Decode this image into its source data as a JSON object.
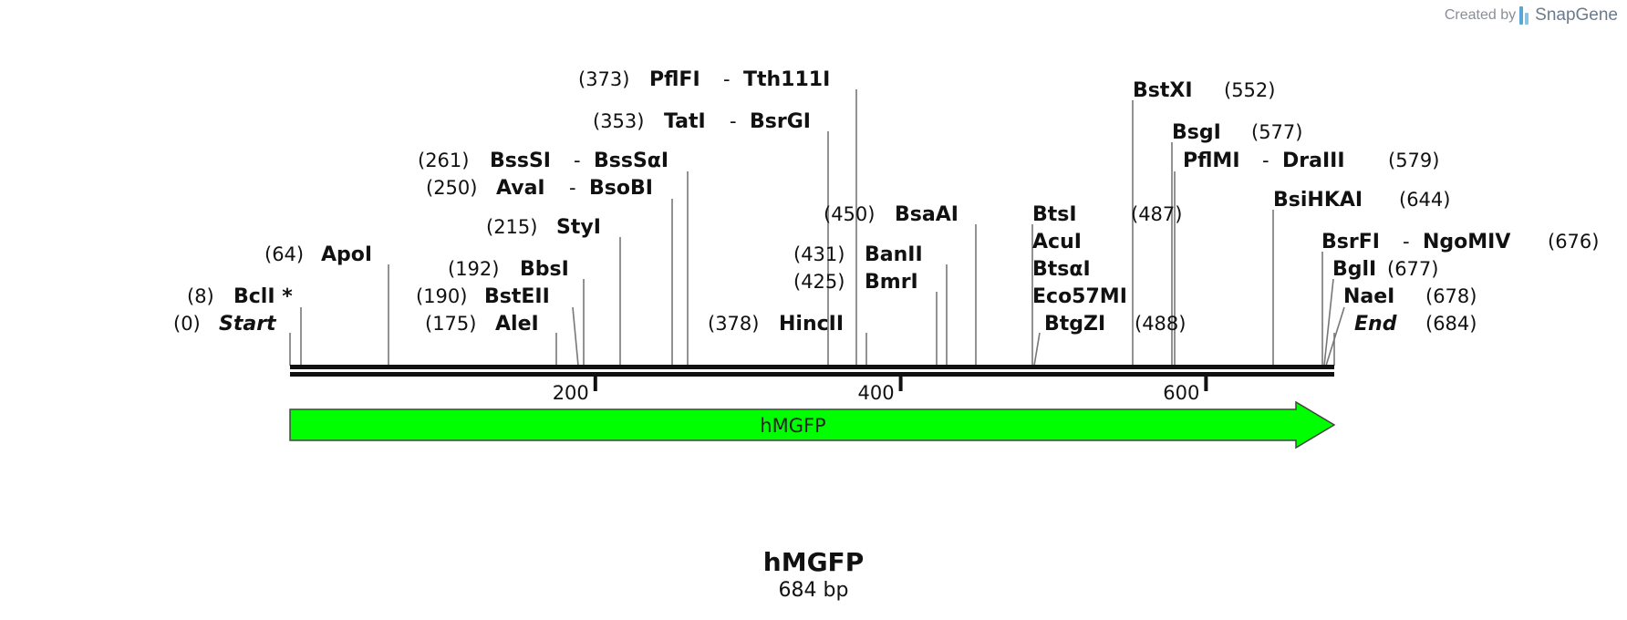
{
  "credit": {
    "prefix": "Created by",
    "brand": "SnapGene"
  },
  "sequence": {
    "name": "hMGFP",
    "length_label": "684 bp",
    "length": 684
  },
  "ticks": [
    200,
    400,
    600
  ],
  "feature": {
    "label": "hMGFP",
    "start": 0,
    "end": 684,
    "color": "#00ff00",
    "direction": "forward"
  },
  "sites": [
    {
      "pos": 0,
      "label": "(0)",
      "enzymes": [
        "Start"
      ],
      "italic": true
    },
    {
      "pos": 8,
      "label": "(8)",
      "enzymes": [
        "BclI *"
      ]
    },
    {
      "pos": 64,
      "label": "(64)",
      "enzymes": [
        "ApoI"
      ]
    },
    {
      "pos": 175,
      "label": "(175)",
      "enzymes": [
        "AleI"
      ]
    },
    {
      "pos": 190,
      "label": "(190)",
      "enzymes": [
        "BstEII"
      ]
    },
    {
      "pos": 192,
      "label": "(192)",
      "enzymes": [
        "BbsI"
      ]
    },
    {
      "pos": 215,
      "label": "(215)",
      "enzymes": [
        "StyI"
      ]
    },
    {
      "pos": 250,
      "label": "(250)",
      "enzymes": [
        "AvaI",
        "BsoBI"
      ]
    },
    {
      "pos": 261,
      "label": "(261)",
      "enzymes": [
        "BssSI",
        "BssSαI"
      ]
    },
    {
      "pos": 353,
      "label": "(353)",
      "enzymes": [
        "TatI",
        "BsrGI"
      ]
    },
    {
      "pos": 373,
      "label": "(373)",
      "enzymes": [
        "PflFI",
        "Tth111I"
      ]
    },
    {
      "pos": 378,
      "label": "(378)",
      "enzymes": [
        "HincII"
      ]
    },
    {
      "pos": 425,
      "label": "(425)",
      "enzymes": [
        "BmrI"
      ]
    },
    {
      "pos": 431,
      "label": "(431)",
      "enzymes": [
        "BanII"
      ]
    },
    {
      "pos": 450,
      "label": "(450)",
      "enzymes": [
        "BsaAI"
      ]
    },
    {
      "pos": 487,
      "label": "(487)",
      "enzymes": [
        "BtsI",
        "AcuI",
        "BtsαI",
        "Eco57MI"
      ]
    },
    {
      "pos": 488,
      "label": "(488)",
      "enzymes": [
        "BtgZI"
      ]
    },
    {
      "pos": 552,
      "label": "(552)",
      "enzymes": [
        "BstXI"
      ]
    },
    {
      "pos": 577,
      "label": "(577)",
      "enzymes": [
        "BsgI"
      ]
    },
    {
      "pos": 579,
      "label": "(579)",
      "enzymes": [
        "PflMI",
        "DraIII"
      ]
    },
    {
      "pos": 644,
      "label": "(644)",
      "enzymes": [
        "BsiHKAI"
      ]
    },
    {
      "pos": 676,
      "label": "(676)",
      "enzymes": [
        "BsrFI",
        "NgoMIV"
      ]
    },
    {
      "pos": 677,
      "label": "(677)",
      "enzymes": [
        "BglI"
      ]
    },
    {
      "pos": 678,
      "label": "(678)",
      "enzymes": [
        "NaeI"
      ]
    },
    {
      "pos": 684,
      "label": "(684)",
      "enzymes": [
        "End"
      ],
      "italic": true
    }
  ]
}
